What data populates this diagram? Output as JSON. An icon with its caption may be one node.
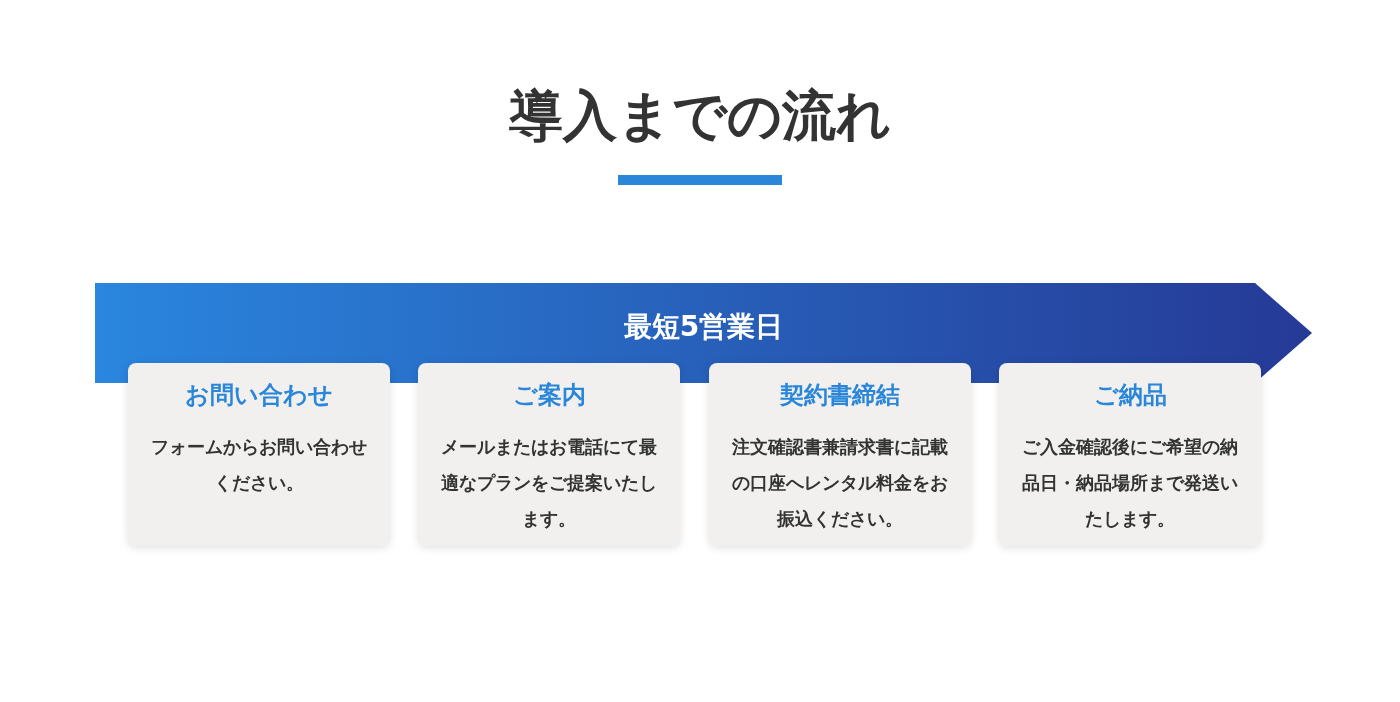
{
  "diagram": {
    "title": "導入までの流れ",
    "nodes": [
      {
        "text": [
          "最短5営業日"
        ]
      },
      {
        "text": [
          "お問い合わせ",
          "フォームからお問い合わせください。"
        ]
      },
      {
        "text": [
          "ご案内",
          "メールまたはお電話にて最適なプランをご提案いたします。"
        ]
      },
      {
        "text": [
          "契約書締結",
          "注文確認書兼請求書に記載の口座へレンタル料金をお振込ください。"
        ]
      },
      {
        "text": [
          "ご納品",
          "ご入金確認後にご希望の納品日・納品場所まで発送いたします。"
        ]
      }
    ]
  }
}
